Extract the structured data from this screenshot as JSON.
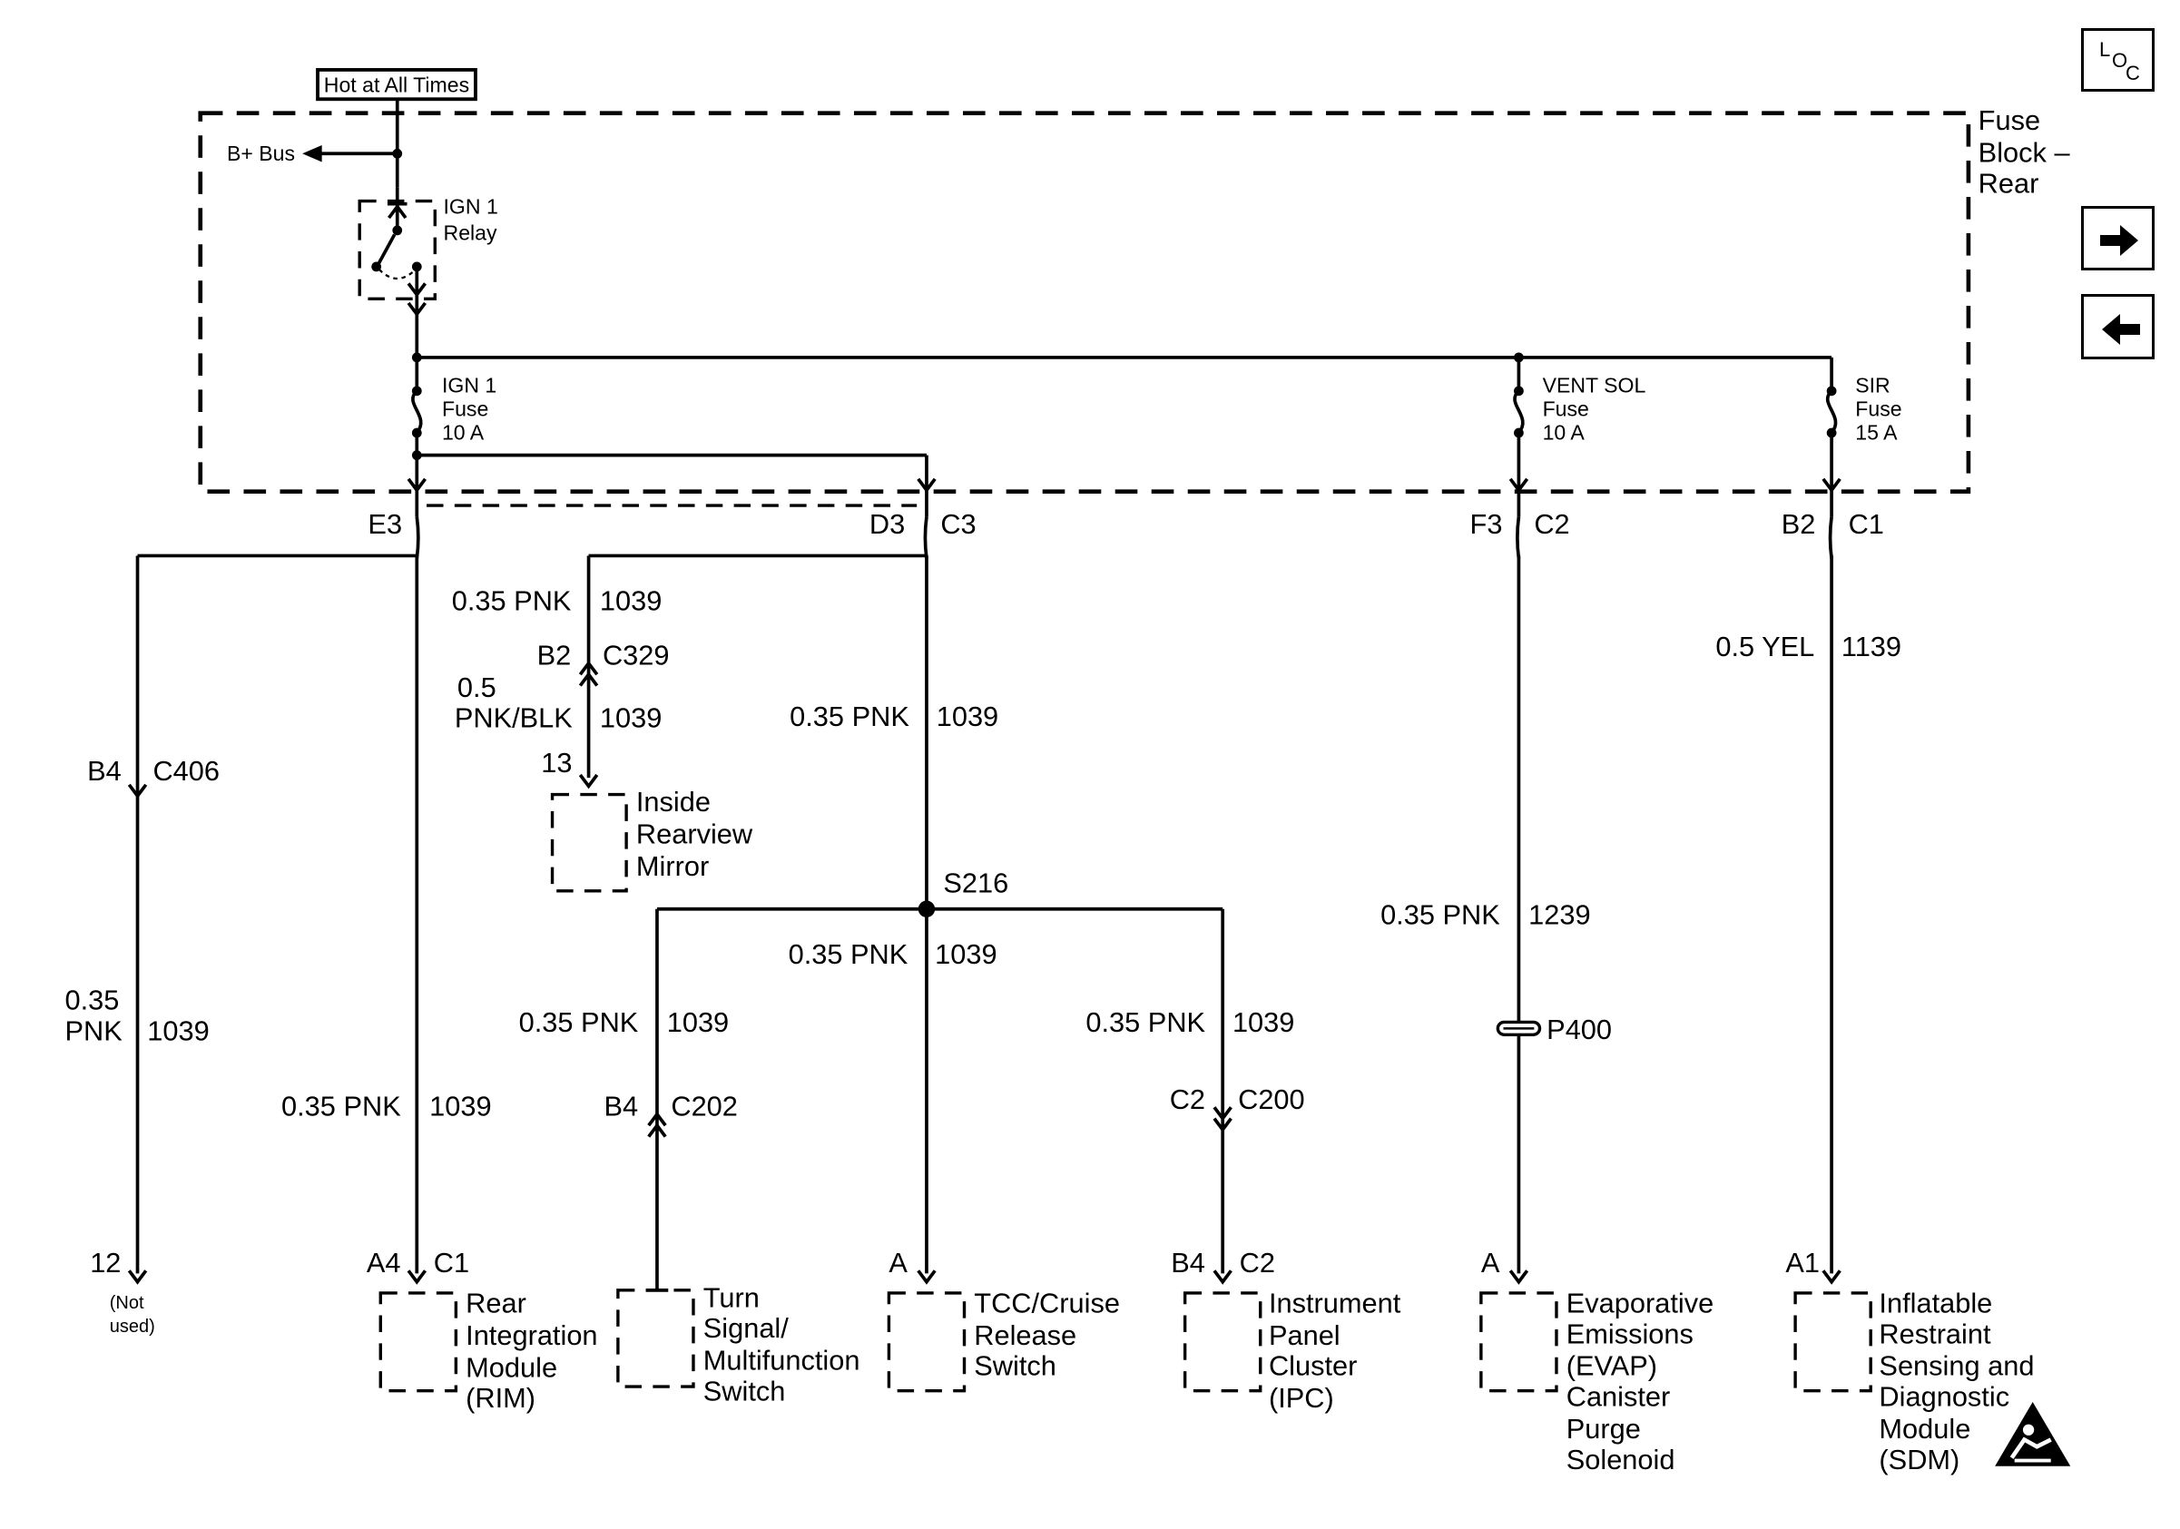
{
  "diagram": {
    "power_label": "Hot at All Times",
    "bplus_bus": "B+ Bus",
    "relay": {
      "line1": "IGN 1",
      "line2": "Relay"
    },
    "fuse_block": {
      "line1": "Fuse",
      "line2": "Block –",
      "line3": "Rear"
    },
    "fuses": [
      {
        "line1": "IGN 1",
        "line2": "Fuse",
        "line3": "10 A"
      },
      {
        "line1": "VENT SOL",
        "line2": "Fuse",
        "line3": "10 A"
      },
      {
        "line1": "SIR",
        "line2": "Fuse",
        "line3": "15 A"
      }
    ],
    "connectors": {
      "e3": "E3",
      "d3": "D3",
      "c3": "C3",
      "f3": "F3",
      "c2": "C2",
      "b2": "B2",
      "c1": "C1",
      "c329_pin": "B2",
      "c329": "C329",
      "c406_pin": "B4",
      "c406": "C406",
      "c202_pin": "B4",
      "c202": "C202",
      "c200_pin": "C2",
      "c200": "C200",
      "p400": "P400",
      "mirror_pin": "13",
      "splice": "S216"
    },
    "wires": {
      "w_mirror_top": {
        "size": "0.35 PNK",
        "circuit": "1039"
      },
      "w_mirror_bot": {
        "size1": "0.5",
        "size2": "PNK/BLK",
        "circuit": "1039"
      },
      "w_c3_down": {
        "size": "0.35 PNK",
        "circuit": "1039"
      },
      "w_splice_down": {
        "size": "0.35 PNK",
        "circuit": "1039"
      },
      "w_turn": {
        "size": "0.35 PNK",
        "circuit": "1039"
      },
      "w_ipc": {
        "size": "0.35 PNK",
        "circuit": "1039"
      },
      "w_rim": {
        "size": "0.35 PNK",
        "circuit": "1039"
      },
      "w_far_left": {
        "size1": "0.35",
        "size2": "PNK",
        "circuit": "1039"
      },
      "w_evap": {
        "size": "0.35 PNK",
        "circuit": "1239"
      },
      "w_sdm": {
        "size": "0.5 YEL",
        "circuit": "1139"
      }
    },
    "components": {
      "not_used": {
        "pin": "12",
        "line1": "(Not",
        "line2": "used)"
      },
      "mirror": {
        "line1": "Inside",
        "line2": "Rearview",
        "line3": "Mirror"
      },
      "rim": {
        "pin": "A4",
        "conn": "C1",
        "line1": "Rear",
        "line2": "Integration",
        "line3": "Module",
        "line4": "(RIM)"
      },
      "turn": {
        "line1": "Turn",
        "line2": "Signal/",
        "line3": "Multifunction",
        "line4": "Switch"
      },
      "tcc": {
        "pin": "A",
        "line1": "TCC/Cruise",
        "line2": "Release",
        "line3": "Switch"
      },
      "ipc": {
        "pin": "B4",
        "conn": "C2",
        "line1": "Instrument",
        "line2": "Panel",
        "line3": "Cluster",
        "line4": "(IPC)"
      },
      "evap": {
        "pin": "A",
        "line1": "Evaporative",
        "line2": "Emissions",
        "line3": "(EVAP)",
        "line4": "Canister",
        "line5": "Purge",
        "line6": "Solenoid"
      },
      "sdm": {
        "pin": "A1",
        "line1": "Inflatable",
        "line2": "Restraint",
        "line3": "Sensing and",
        "line4": "Diagnostic",
        "line5": "Module",
        "line6": "(SDM)"
      }
    }
  },
  "nav": {
    "loc": {
      "l": "L",
      "o": "O",
      "c": "C"
    },
    "forward_icon": "arrow-right-icon",
    "back_icon": "arrow-left-icon"
  }
}
